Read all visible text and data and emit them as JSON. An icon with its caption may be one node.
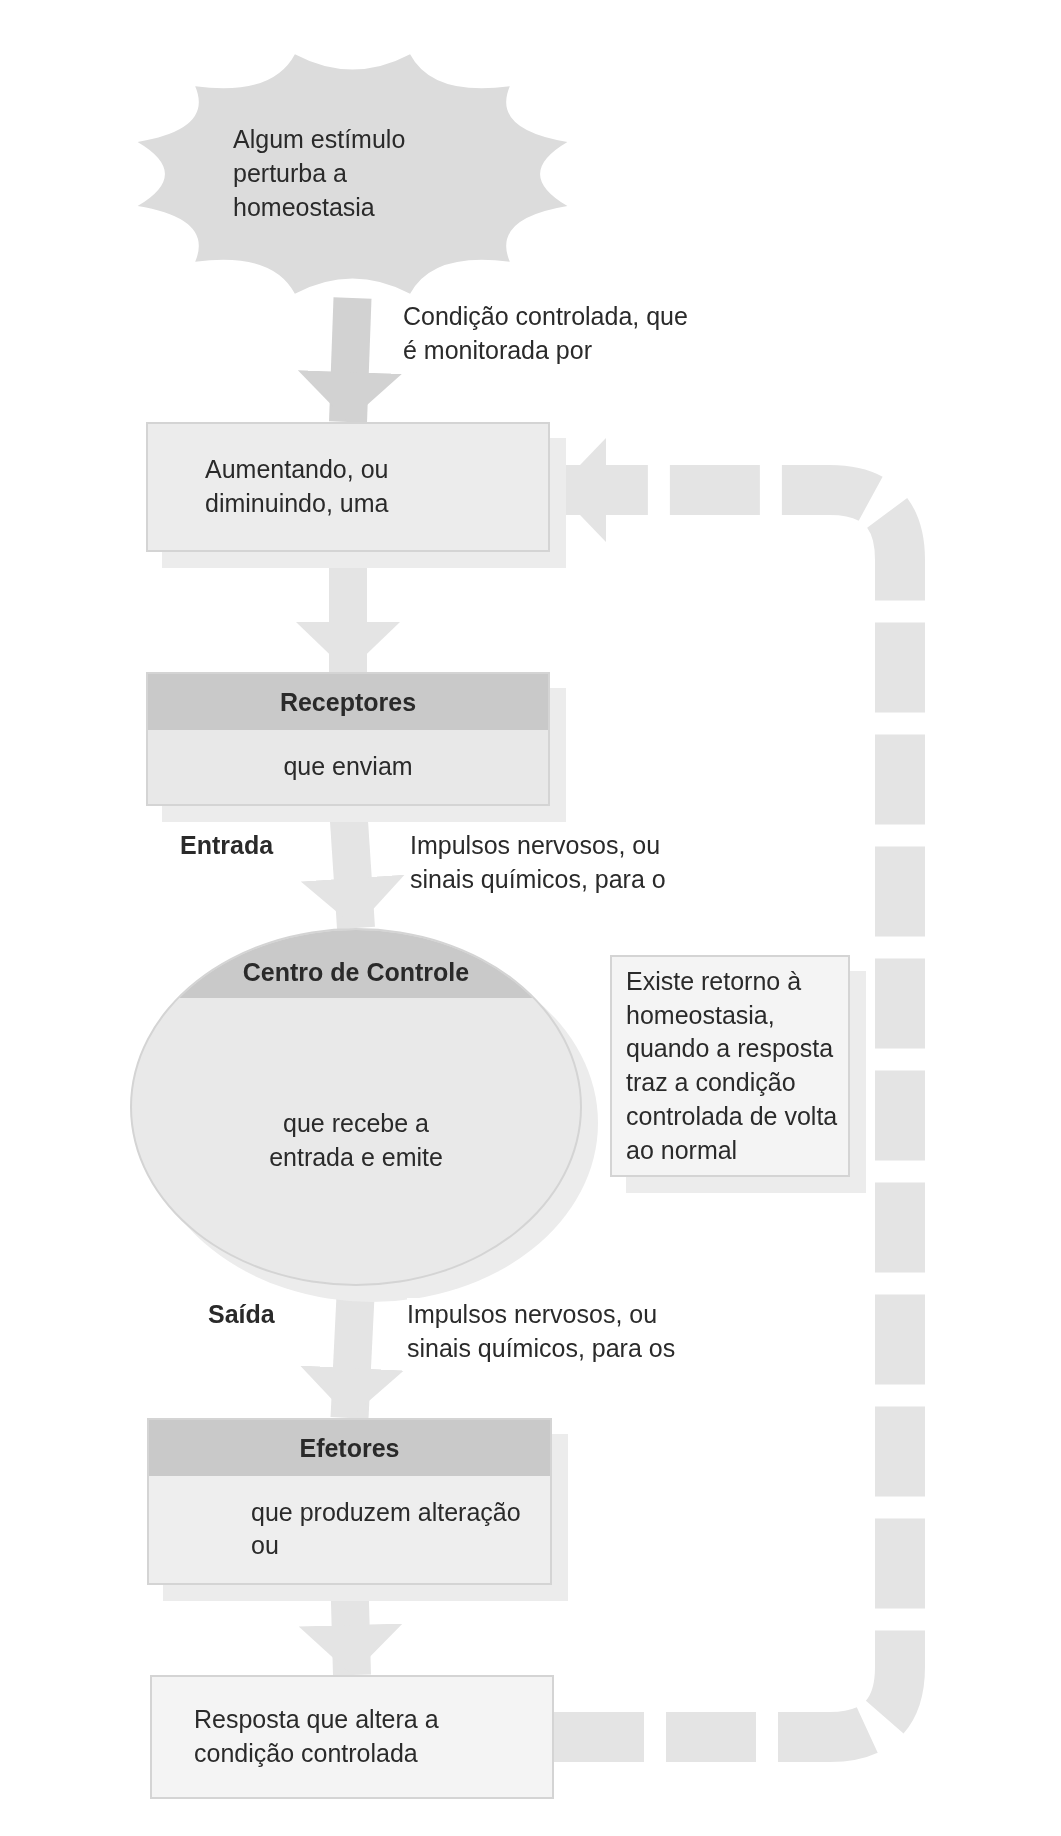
{
  "diagram": {
    "nodes": [
      {
        "text": [
          "Algum estímulo perturba a homeostasia"
        ]
      },
      {
        "text": [
          "Aumentando, ou diminuindo, uma"
        ]
      },
      {
        "text": [
          "Receptores",
          "que enviam"
        ]
      },
      {
        "text": [
          "Centro de Controle",
          "que recebe a entrada e emite"
        ]
      },
      {
        "text": [
          "Efetores",
          "que produzem alteração ou"
        ]
      },
      {
        "text": [
          "Resposta que altera a condição controlada"
        ]
      },
      {
        "text": [
          "Existe retorno à homeostasia, quando a resposta traz a condição controlada de volta ao normal"
        ]
      }
    ],
    "edges": [
      {
        "from": 0,
        "to": 1,
        "arrow": "to",
        "label": "Condição controlada, que é monitorada por",
        "color": "#d2d2d2"
      },
      {
        "from": 1,
        "to": 2,
        "arrow": "to"
      },
      {
        "from": 2,
        "to": 3,
        "arrow": "to",
        "label": "Impulsos nervosos, ou sinais químicos, para o"
      },
      {
        "from": 3,
        "to": 4,
        "arrow": "to",
        "label": "Impulsos nervosos, ou sinais químicos, para os"
      },
      {
        "from": 4,
        "to": 5,
        "arrow": "to"
      },
      {
        "from": 5,
        "to": 1,
        "arrow": "to",
        "style": "dashed"
      }
    ],
    "labels": [
      "Entrada",
      "Saída"
    ]
  }
}
